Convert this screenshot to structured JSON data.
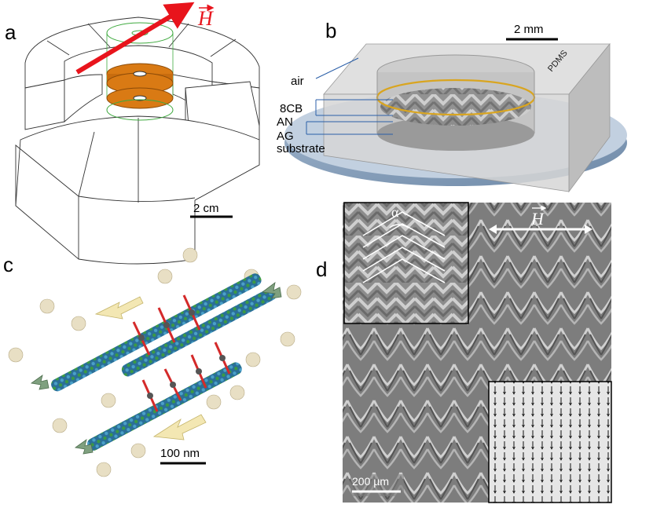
{
  "panels": {
    "a": {
      "label": "a",
      "field_symbol": "H",
      "scale_text": "2 cm"
    },
    "b": {
      "label": "b",
      "scale_text": "2 mm",
      "pdms_label": "PDMS",
      "layers": [
        "air",
        "8CB",
        "AN",
        "AG",
        "substrate"
      ]
    },
    "c": {
      "label": "c",
      "scale_text": "100 nm"
    },
    "d": {
      "label": "d",
      "field_symbol": "H",
      "angle_symbol": "α",
      "scale_text": "200 µm"
    }
  },
  "colors": {
    "field_arrow": "#e8141c",
    "coil": "#d97a14",
    "ring": "#d9a520",
    "bead": "#2e7ea8",
    "bead_alt": "#3b8f3b",
    "link": "#d42a2a"
  }
}
